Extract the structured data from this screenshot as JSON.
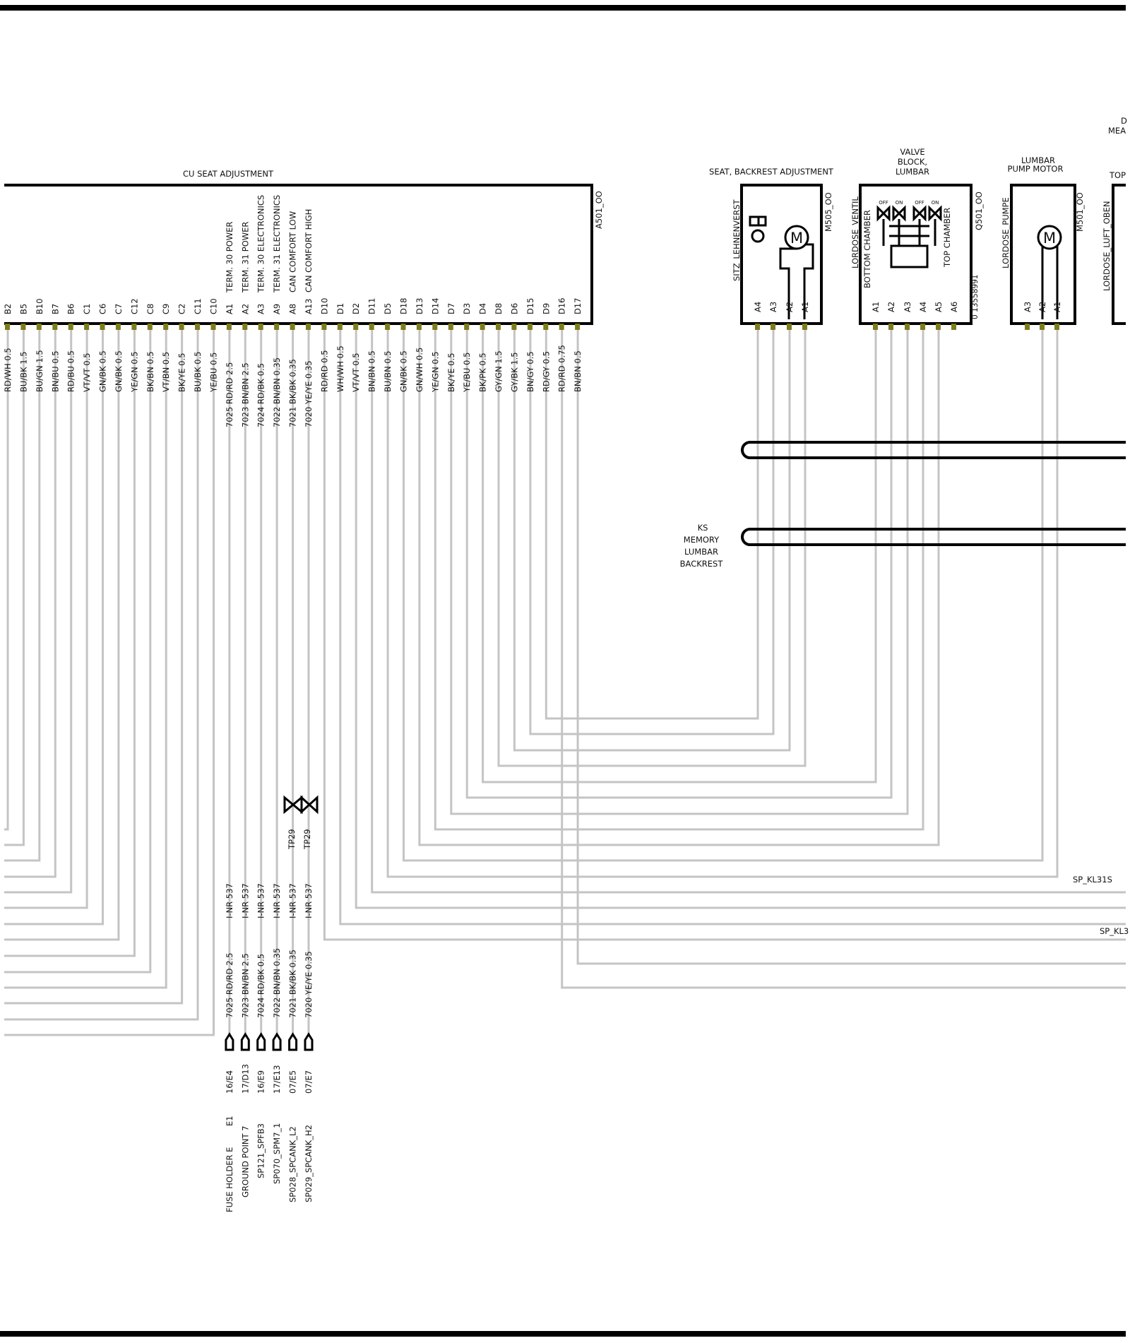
{
  "components": {
    "cu": {
      "title": "CU SEAT ADJUSTMENT",
      "id": "A501_OO"
    },
    "m505": {
      "title": "SEAT, BACKREST ADJUSTMENT",
      "id": "M505_OO",
      "inner": "SITZ_LEHNENVERST",
      "motor": "M",
      "pins": [
        "A4",
        "A3",
        "A2",
        "A1"
      ]
    },
    "q501": {
      "title_lines": [
        "VALVE",
        "BLOCK,",
        "LUMBAR"
      ],
      "id": "Q501_OO",
      "part": "0 13558991",
      "inner_left": "LORDOSE_VENTIL",
      "bottom_chamber": "BOTTOM CHAMBER",
      "top_chamber": "TOP CHAMBER",
      "valve_labels": [
        "OFF",
        "ON",
        "OFF",
        "ON"
      ],
      "pins": [
        "A1",
        "A2",
        "A3",
        "A4",
        "A5",
        "A6"
      ]
    },
    "m501": {
      "title_lines": [
        "LUMBAR",
        "PUMP MOTOR"
      ],
      "id": "M501_OO",
      "inner": "LORDOSE_PUMPE",
      "motor": "M",
      "pins": [
        "A3",
        "A2",
        "A1"
      ]
    },
    "partial": {
      "title_lines": [
        "D",
        "MEA"
      ],
      "top": "TOP",
      "inner": "LORDOSE_LUFT_OBEN"
    }
  },
  "cu_pins": [
    {
      "pin": "B2",
      "func": "",
      "wire": "RD/WH 0.5"
    },
    {
      "pin": "B5",
      "func": "",
      "wire": "BU/BK 1.5"
    },
    {
      "pin": "B10",
      "func": "",
      "wire": "BU/GN 1.5"
    },
    {
      "pin": "B7",
      "func": "",
      "wire": "BN/BU 0.5"
    },
    {
      "pin": "B6",
      "func": "",
      "wire": "RD/BU 0.5"
    },
    {
      "pin": "C1",
      "func": "",
      "wire": "VT/VT 0.5"
    },
    {
      "pin": "C6",
      "func": "",
      "wire": "GN/BK 0.5"
    },
    {
      "pin": "C7",
      "func": "",
      "wire": "GN/BK 0.5"
    },
    {
      "pin": "C12",
      "func": "",
      "wire": "YE/GN 0.5"
    },
    {
      "pin": "C8",
      "func": "",
      "wire": "BK/BN 0.5"
    },
    {
      "pin": "C9",
      "func": "",
      "wire": "VT/BN 0.5"
    },
    {
      "pin": "C2",
      "func": "",
      "wire": "BK/YE 0.5"
    },
    {
      "pin": "C11",
      "func": "",
      "wire": "BU/BK 0.5"
    },
    {
      "pin": "C10",
      "func": "",
      "wire": "YE/BU 0.5"
    },
    {
      "pin": "A1",
      "func": "TERM. 30 POWER",
      "wire": "7025 RD/RD 2.5"
    },
    {
      "pin": "A2",
      "func": "TERM. 31 POWER",
      "wire": "7023 BN/BN 2.5"
    },
    {
      "pin": "A3",
      "func": "TERM. 30 ELECTRONICS",
      "wire": "7024 RD/BK 0.5"
    },
    {
      "pin": "A9",
      "func": "TERM. 31 ELECTRONICS",
      "wire": "7022 BN/BN 0.35"
    },
    {
      "pin": "A8",
      "func": "CAN COMFORT LOW",
      "wire": "7021 BK/BK 0.35"
    },
    {
      "pin": "A13",
      "func": "CAN COMFORT HIGH",
      "wire": "7020 YE/YE 0.35"
    },
    {
      "pin": "D10",
      "func": "",
      "wire": "RD/RD 0.5"
    },
    {
      "pin": "D1",
      "func": "",
      "wire": "WH/WH 0.5"
    },
    {
      "pin": "D2",
      "func": "",
      "wire": "VT/VT 0.5"
    },
    {
      "pin": "D11",
      "func": "",
      "wire": "BN/BN 0.5"
    },
    {
      "pin": "D5",
      "func": "",
      "wire": "BU/BN 0.5"
    },
    {
      "pin": "D18",
      "func": "",
      "wire": "GN/BK 0.5"
    },
    {
      "pin": "D13",
      "func": "",
      "wire": "GN/WH 0.5"
    },
    {
      "pin": "D14",
      "func": "",
      "wire": "YE/GN 0.5"
    },
    {
      "pin": "D7",
      "func": "",
      "wire": "BK/YE 0.5"
    },
    {
      "pin": "D3",
      "func": "",
      "wire": "YE/BU 0.5"
    },
    {
      "pin": "D4",
      "func": "",
      "wire": "BK/PK 0.5"
    },
    {
      "pin": "D8",
      "func": "",
      "wire": "GY/GN 1.5"
    },
    {
      "pin": "D6",
      "func": "",
      "wire": "GY/BK 1.5"
    },
    {
      "pin": "D15",
      "func": "",
      "wire": "BN/GY 0.5"
    },
    {
      "pin": "D9",
      "func": "",
      "wire": "RD/GY 0.5"
    },
    {
      "pin": "D16",
      "func": "",
      "wire": "RD/RD 0.75"
    },
    {
      "pin": "D17",
      "func": "",
      "wire": "BN/BN 0.5"
    }
  ],
  "harness_label_lines": [
    "KS",
    "MEMORY",
    "LUMBAR",
    "BACKREST"
  ],
  "test_points": [
    "TP29",
    "TP29"
  ],
  "splice_ref": "I-NR 537",
  "power_wires": [
    {
      "wire": "7025 RD/RD 2.5",
      "ref": "16/E4",
      "dest": "FUSE HOLDER E",
      "dest_pin": "E1"
    },
    {
      "wire": "7023 BN/BN 2.5",
      "ref": "17/D13",
      "dest": "GROUND POINT 7",
      "dest_pin": ""
    },
    {
      "wire": "7024 RD/BK 0.5",
      "ref": "16/E9",
      "dest": "SP121_SPFB3",
      "dest_pin": ""
    },
    {
      "wire": "7022 BN/BN 0.35",
      "ref": "17/E13",
      "dest": "SP070_SPM7_1",
      "dest_pin": ""
    },
    {
      "wire": "7021 BK/BK 0.35",
      "ref": "07/E5",
      "dest": "SP028_SPCANK_L2",
      "dest_pin": ""
    },
    {
      "wire": "7020 YE/YE 0.35",
      "ref": "07/E7",
      "dest": "SP029_SPCANK_H2",
      "dest_pin": ""
    }
  ],
  "splices": [
    "SP_KL31S",
    "SP_KL3"
  ]
}
